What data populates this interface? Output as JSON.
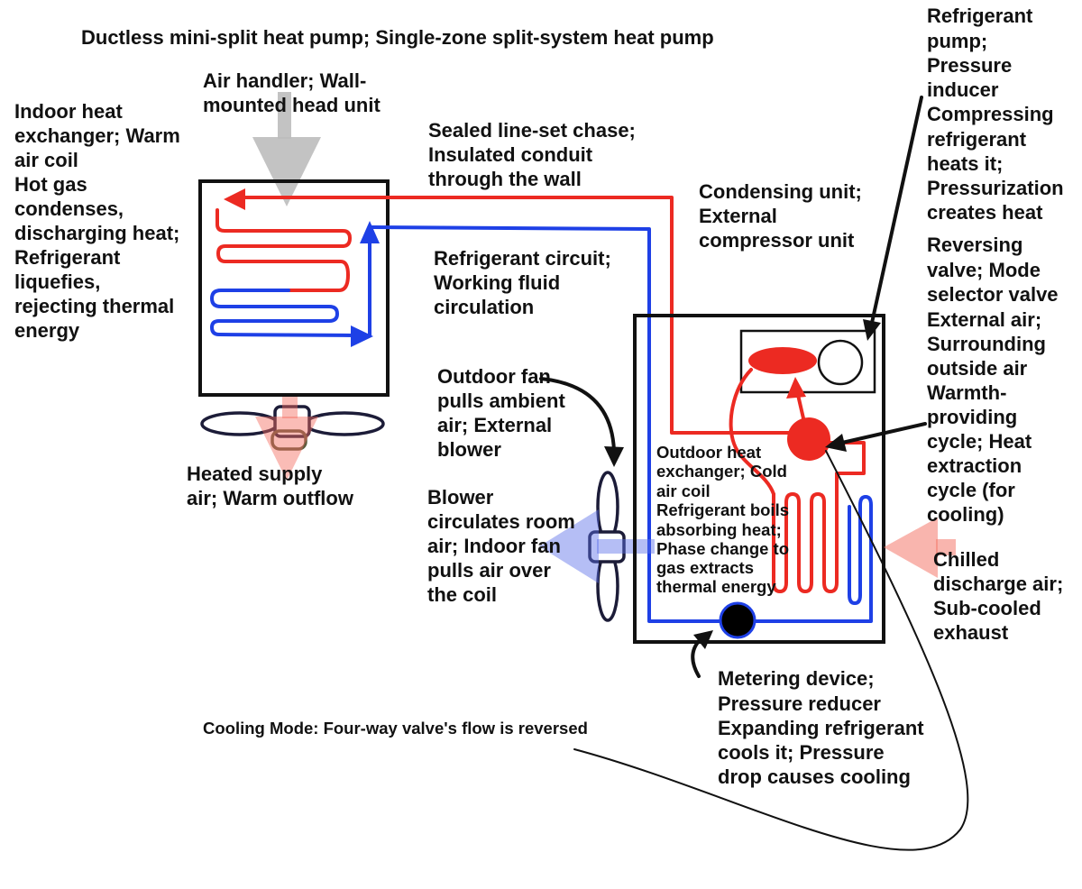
{
  "title": "Ductless mini-split heat pump; Single-zone split-system heat pump",
  "labels": {
    "air_handler": [
      "Air handler; Wall-",
      "mounted head unit"
    ],
    "indoor_coil": [
      "Indoor heat",
      "exchanger; Warm",
      "air coil"
    ],
    "condensation_note": [
      "Hot gas",
      "condenses,",
      "discharging heat;",
      "Refrigerant",
      "liquefies,",
      "rejecting thermal",
      "energy"
    ],
    "line_set": [
      "Sealed line-set chase;",
      "Insulated conduit",
      "through the wall"
    ],
    "condensing_unit": [
      "Condensing unit;",
      "External",
      "compressor unit"
    ],
    "refrigerant_circuit": [
      "Refrigerant circuit;",
      "Working fluid",
      "circulation"
    ],
    "compressor": [
      "Refrigerant",
      "pump;",
      "Pressure",
      "inducer"
    ],
    "compression_note": [
      "Compressing",
      "refrigerant",
      "heats it;",
      "Pressurization",
      "creates heat"
    ],
    "reversing_valve": [
      "Reversing",
      "valve; Mode",
      "selector valve"
    ],
    "external_air": [
      "External air;",
      "Surrounding",
      "outside air"
    ],
    "cycle": [
      "Warmth-",
      "providing",
      "cycle; Heat",
      "extraction",
      "cycle (for",
      "cooling)"
    ],
    "outdoor_fan": [
      "Outdoor fan",
      "pulls ambient",
      "air; External",
      "blower"
    ],
    "heated_air": [
      "Heated supply",
      "air; Warm outflow"
    ],
    "blower": [
      "Blower",
      "circulates room",
      "air; Indoor fan",
      "pulls air over",
      "the coil"
    ],
    "outdoor_coil": [
      "Outdoor heat",
      "exchanger; Cold",
      "air coil"
    ],
    "evaporation_note": [
      "Refrigerant boils",
      "absorbing heat;",
      "Phase change to",
      "gas extracts",
      "thermal energy"
    ],
    "chilled_air": [
      "Chilled",
      "discharge air;",
      "Sub-cooled",
      "exhaust"
    ],
    "metering_device": [
      "Metering device;",
      "Pressure reducer"
    ],
    "expansion_note": [
      "Expanding refrigerant",
      "cools it; Pressure",
      "drop causes cooling"
    ],
    "cooling_mode": "Cooling Mode: Four-way valve's flow is reversed"
  },
  "colors": {
    "hot_refrigerant": "#ec2a22",
    "cold_refrigerant": "#1e40e6",
    "outline": "#111111",
    "intake_air": "#bdbdbd"
  }
}
